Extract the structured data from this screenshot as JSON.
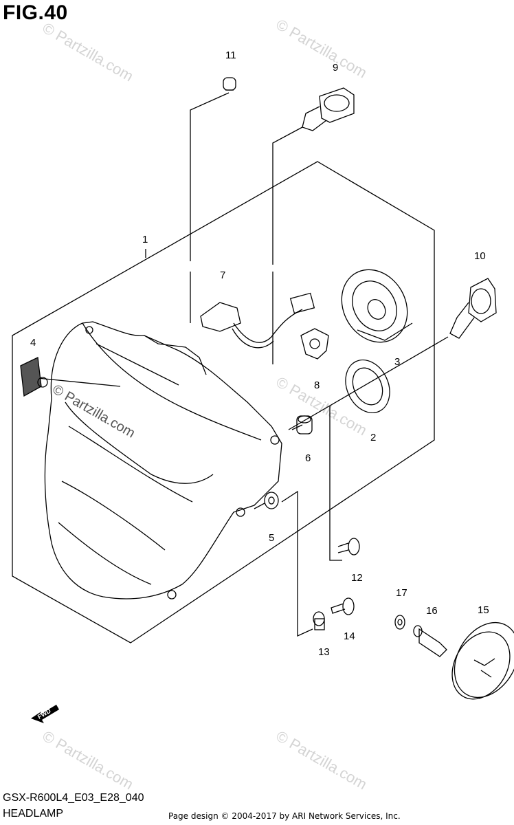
{
  "figure": {
    "title": "FIG.40",
    "code": "GSX-R600L4_E03_E28_040",
    "name": "HEADLAMP",
    "copyright": "Page design © 2004-2017 by ARI Network Services, Inc.",
    "watermark": "© Partzilla.com",
    "fwd_label": "FWD"
  },
  "parts": [
    {
      "id": "part-1",
      "callout": "1",
      "depicts": "headlamp-assembly"
    },
    {
      "id": "part-2",
      "callout": "2",
      "depicts": "boot-ring"
    },
    {
      "id": "part-3",
      "callout": "3",
      "depicts": "bulb-cover"
    },
    {
      "id": "part-4",
      "callout": "4",
      "depicts": "reflector-patch"
    },
    {
      "id": "part-5",
      "callout": "5",
      "depicts": "grommet"
    },
    {
      "id": "part-6",
      "callout": "6",
      "depicts": "cushion"
    },
    {
      "id": "part-7",
      "callout": "7",
      "depicts": "socket-harness"
    },
    {
      "id": "part-8",
      "callout": "8",
      "depicts": "connector"
    },
    {
      "id": "part-9",
      "callout": "9",
      "depicts": "bulb"
    },
    {
      "id": "part-10",
      "callout": "10",
      "depicts": "bulb"
    },
    {
      "id": "part-11",
      "callout": "11",
      "depicts": "wedge-bulb"
    },
    {
      "id": "part-12",
      "callout": "12",
      "depicts": "screw"
    },
    {
      "id": "part-13",
      "callout": "13",
      "depicts": "collar"
    },
    {
      "id": "part-14",
      "callout": "14",
      "depicts": "screw"
    },
    {
      "id": "part-15",
      "callout": "15",
      "depicts": "cap"
    },
    {
      "id": "part-16",
      "callout": "16",
      "depicts": "spacer"
    },
    {
      "id": "part-17",
      "callout": "17",
      "depicts": "washer"
    }
  ]
}
